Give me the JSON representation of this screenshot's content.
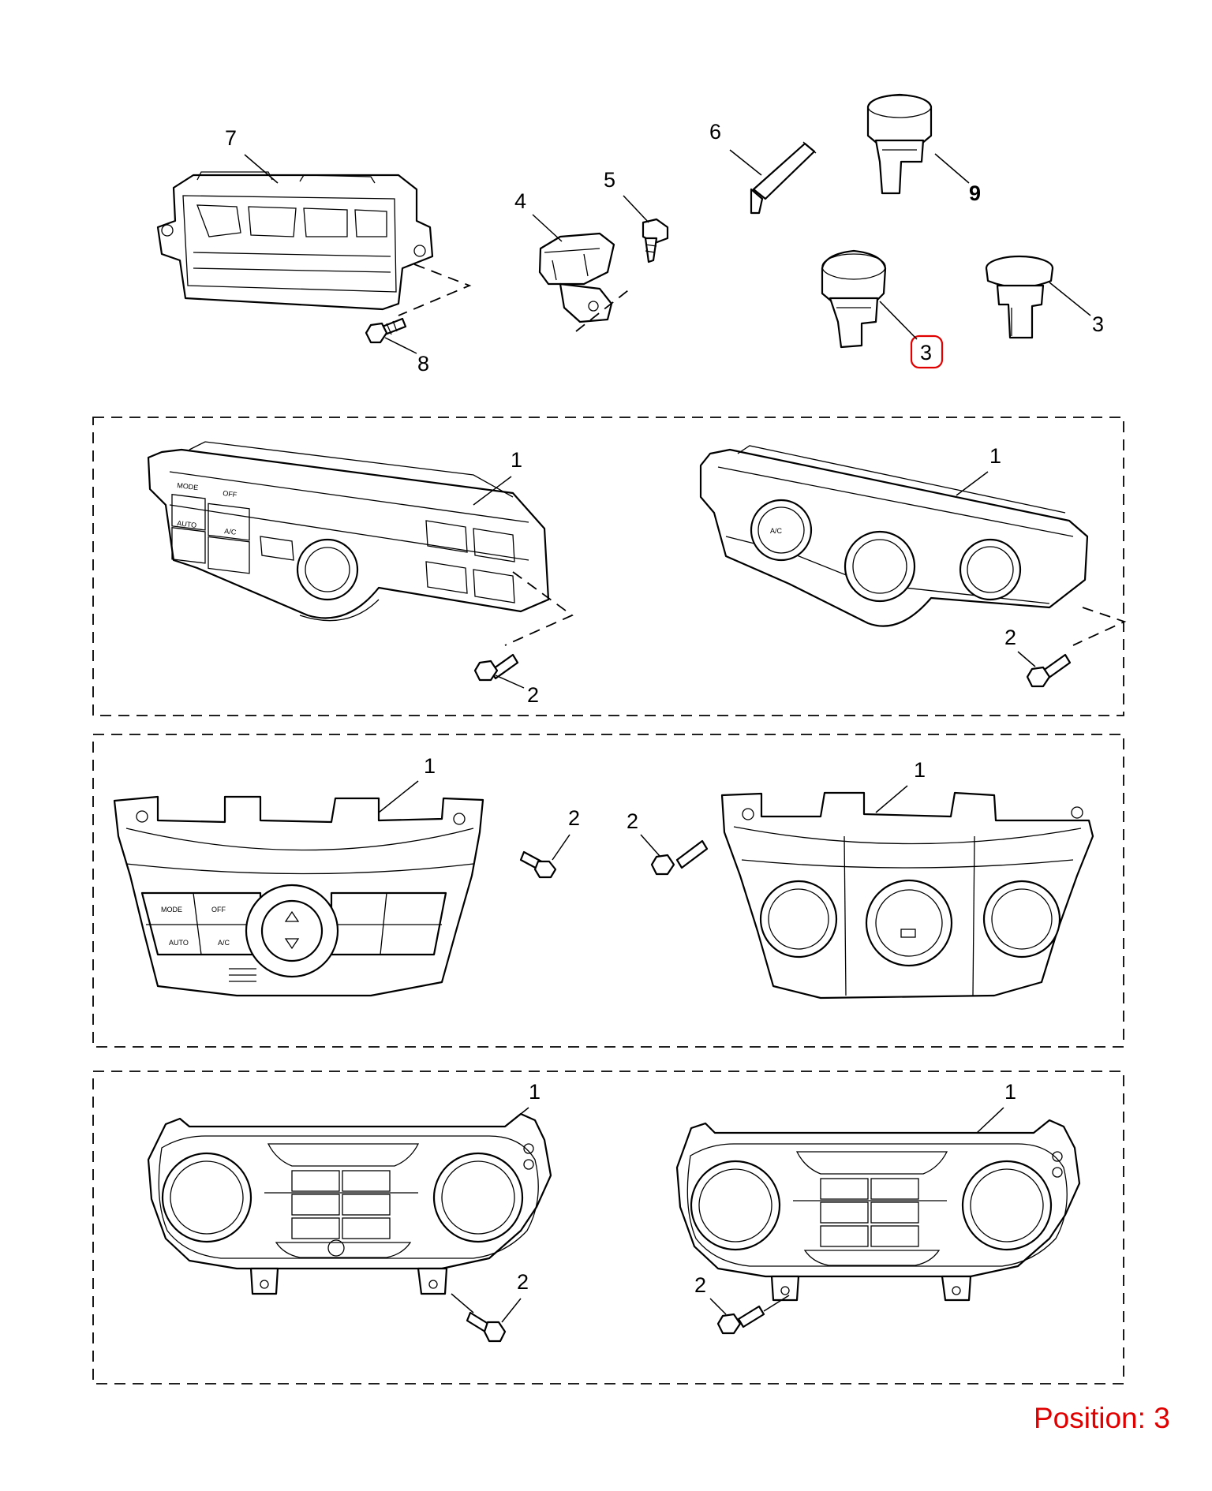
{
  "callouts": {
    "p7": "7",
    "p4": "4",
    "p5": "5",
    "p6": "6",
    "p9": "9",
    "p3a": "3",
    "p3b": "3",
    "p8": "8",
    "g1a": "1",
    "g1b": "1",
    "g1c": "1",
    "g1d": "1",
    "g1e": "1",
    "g1f": "1",
    "g2a": "2",
    "g2b": "2",
    "g2c": "2",
    "g2d": "2",
    "g2e": "2",
    "g2f": "2"
  },
  "button_labels": {
    "mode": "MODE",
    "off": "OFF",
    "auto": "AUTO",
    "ac": "A/C",
    "avc": "A/C"
  },
  "position_label": "Position: 3",
  "colors": {
    "highlight": "#e00000",
    "line": "#000000"
  }
}
